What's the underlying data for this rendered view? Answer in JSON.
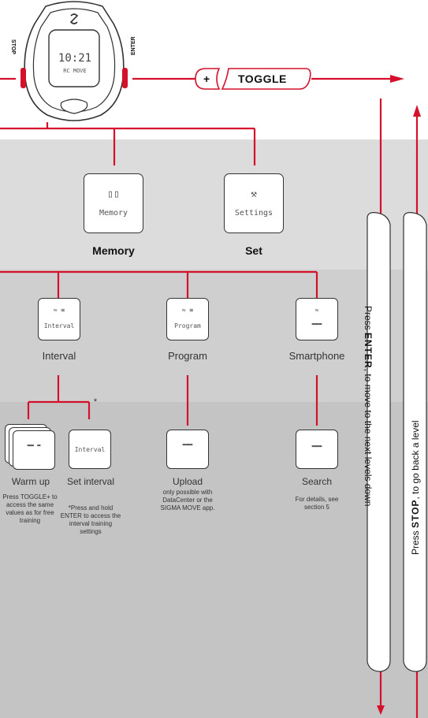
{
  "watch": {
    "time": "10:21",
    "mode": "RC MOVE",
    "left_button": "STOP",
    "right_button": "ENTER"
  },
  "toggle": {
    "plus": "+",
    "label": "TOGGLE"
  },
  "level1": {
    "memory": {
      "screen_title": "Memory",
      "label": "Memory"
    },
    "set": {
      "screen_title": "Settings",
      "label": "Set"
    }
  },
  "level2": {
    "interval": {
      "screen_title": "Interval",
      "label": "Interval"
    },
    "program": {
      "screen_title": "Program",
      "label": "Program"
    },
    "smartphone": {
      "label": "Smartphone"
    }
  },
  "level3": {
    "asterisk": "*",
    "warmup": {
      "label": "Warm up",
      "note": "Press TOGGLE+ to access the same values as for free training"
    },
    "set_interval": {
      "screen_title": "Interval",
      "label": "Set interval",
      "note": "*Press and hold ENTER to access the interval training settings"
    },
    "upload": {
      "label": "Upload",
      "note": "only possible with DataCenter or the SIGMA MOVE app."
    },
    "search": {
      "label": "Search",
      "note": "For details, see section 5"
    }
  },
  "nav": {
    "enter_prefix": "Press ",
    "enter_key": "ENTER",
    "enter_suffix": ", to move to the next levels down",
    "stop_prefix": "Press ",
    "stop_key": "STOP",
    "stop_suffix": ", to go back a level"
  },
  "colors": {
    "accent": "#d4102a",
    "line": "#d4102a"
  }
}
